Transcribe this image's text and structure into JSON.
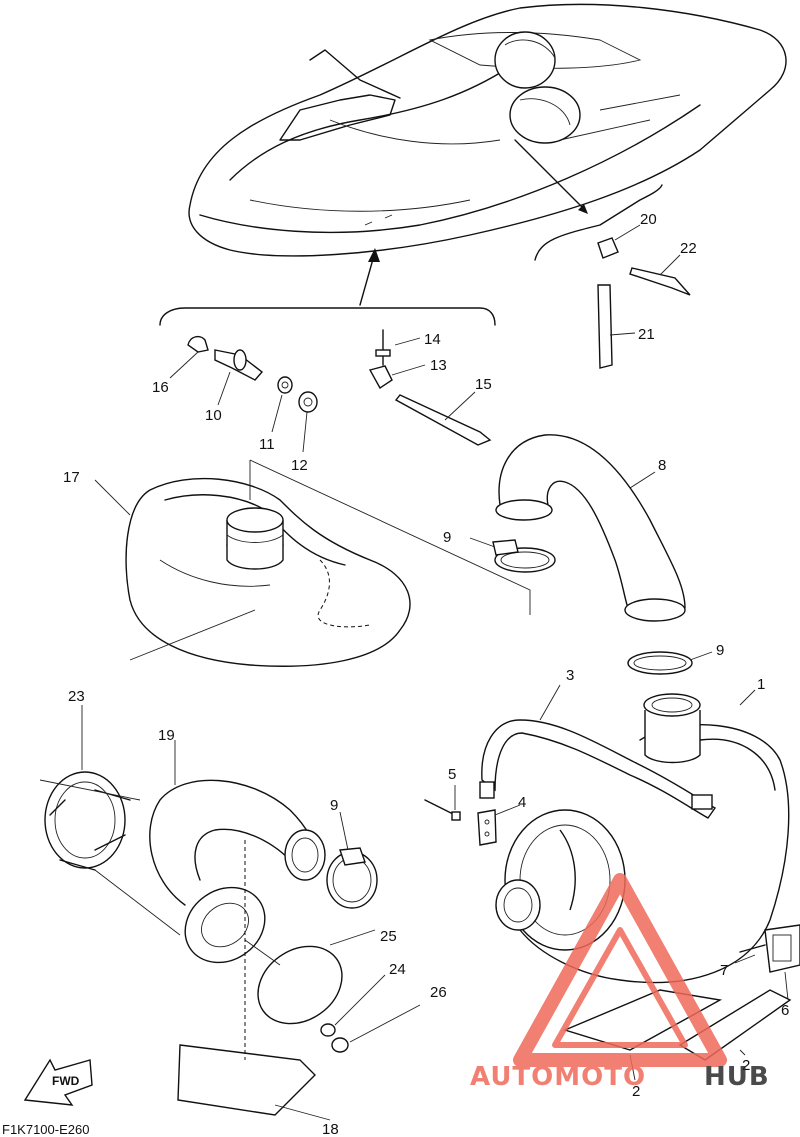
{
  "diagram": {
    "part_callouts": [
      "1",
      "2",
      "2",
      "3",
      "4",
      "5",
      "6",
      "7",
      "8",
      "9",
      "9",
      "9",
      "10",
      "11",
      "12",
      "13",
      "14",
      "15",
      "16",
      "17",
      "18",
      "19",
      "20",
      "21",
      "22",
      "23",
      "24",
      "25",
      "26"
    ],
    "drawing_code": "F1K7100-E260",
    "direction_label": "FWD"
  },
  "watermark": {
    "text_part1": "AUTOMOTO",
    "text_part2": "HUB",
    "color_primary": "#f06a5a",
    "color_secondary": "#2b2b2b"
  }
}
